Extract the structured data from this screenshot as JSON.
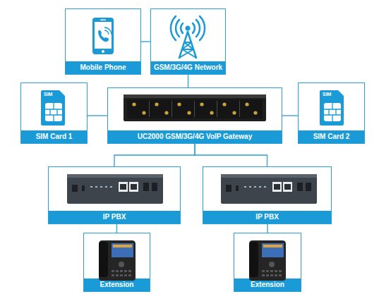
{
  "diagram": {
    "nodes": [
      {
        "text": [
          "Mobile Phone"
        ]
      },
      {
        "text": [
          "GSM/3G/4G Network"
        ]
      },
      {
        "text": [
          "SIM Card 1"
        ]
      },
      {
        "text": [
          "UC2000 GSM/3G/4G VoIP Gateway"
        ]
      },
      {
        "text": [
          "SIM Card 2"
        ]
      },
      {
        "text": [
          "IP PBX"
        ]
      },
      {
        "text": [
          "IP PBX"
        ]
      },
      {
        "text": [
          "Extension"
        ]
      },
      {
        "text": [
          "Extension"
        ]
      }
    ],
    "edges": [
      {
        "from": 0,
        "to": 1,
        "arrow": "none"
      },
      {
        "from": 1,
        "to": 3,
        "arrow": "none"
      },
      {
        "from": 2,
        "to": 3,
        "arrow": "none"
      },
      {
        "from": 3,
        "to": 4,
        "arrow": "none"
      },
      {
        "from": 3,
        "to": 5,
        "arrow": "none"
      },
      {
        "from": 3,
        "to": 6,
        "arrow": "none"
      },
      {
        "from": 5,
        "to": 7,
        "arrow": "none"
      },
      {
        "from": 6,
        "to": 8,
        "arrow": "none"
      }
    ],
    "labels": [
      "SIM",
      "SIM"
    ]
  }
}
